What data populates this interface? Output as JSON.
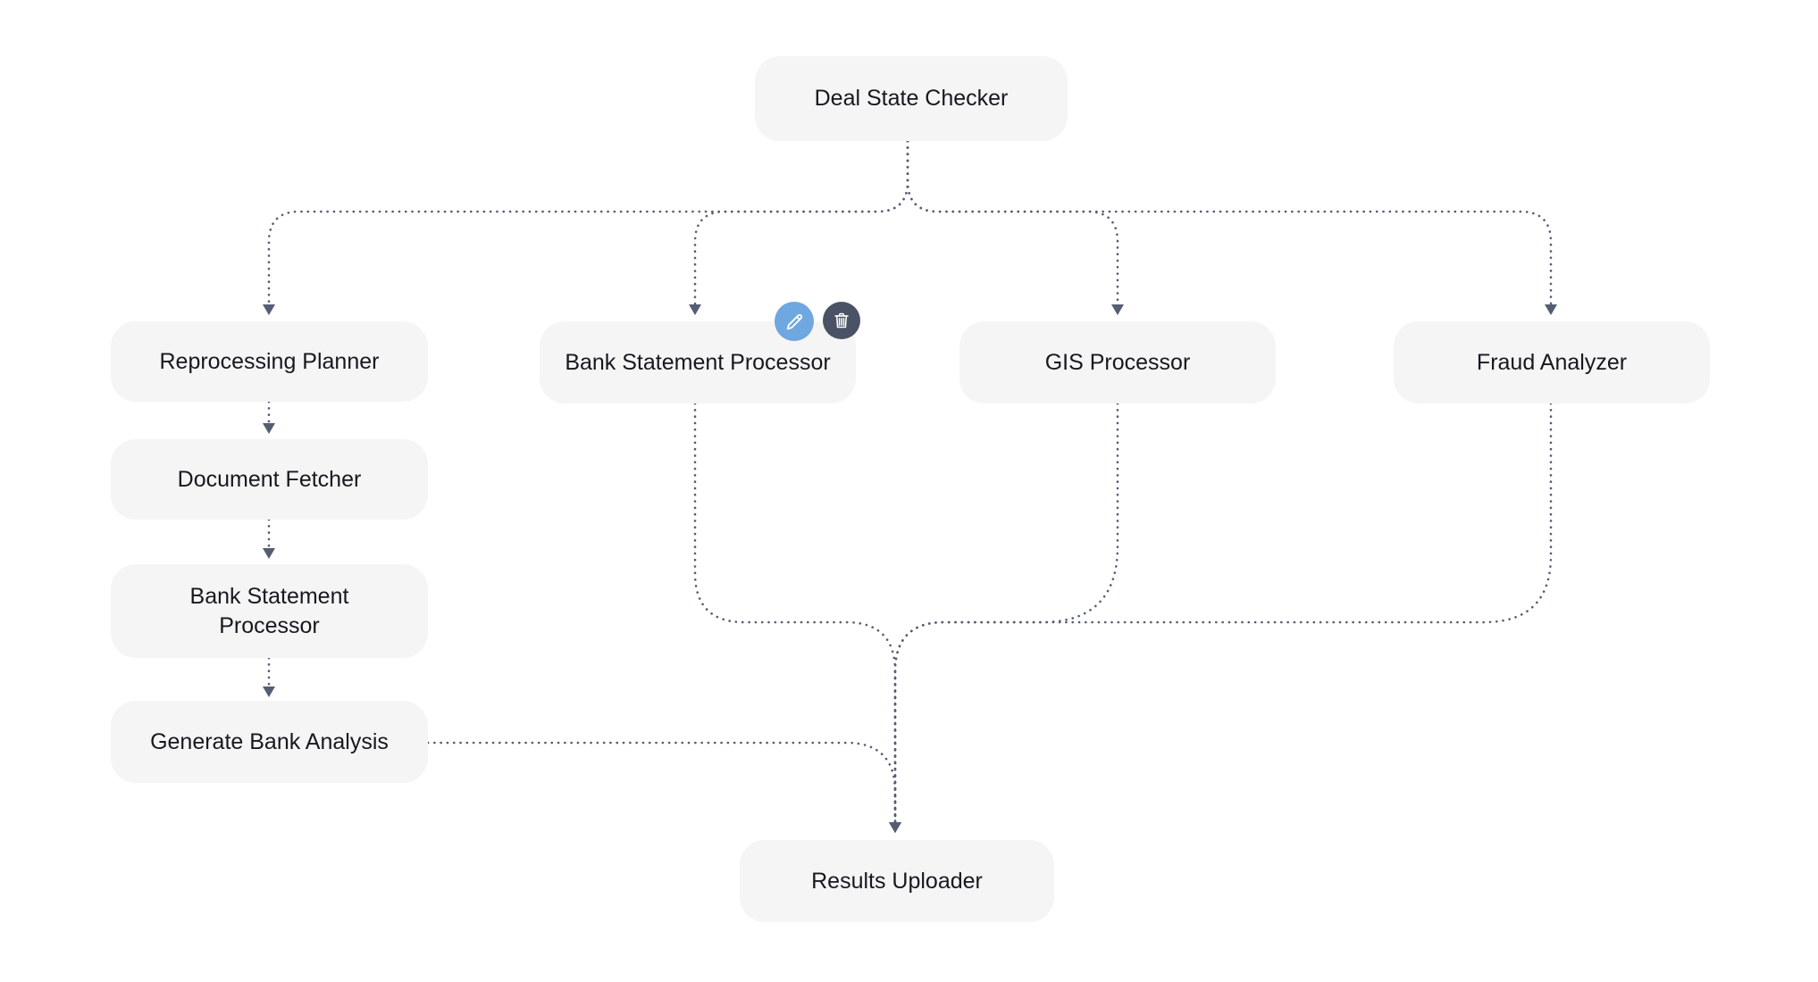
{
  "diagram": {
    "type": "workflow-flowchart",
    "colors": {
      "canvas_bg": "#ffffff",
      "node_bg": "#f5f5f6",
      "node_text": "#17191f",
      "edge": "#565d72",
      "arrowhead": "#565d72",
      "edit_button_bg": "#6fa8e0",
      "delete_button_bg": "#4a5365",
      "action_icon": "#ffffff"
    },
    "nodes": {
      "deal": {
        "label": "Deal State Checker"
      },
      "reprocessing": {
        "label": "Reprocessing Planner"
      },
      "document_fetcher": {
        "label": "Document Fetcher"
      },
      "bsp_left": {
        "label": "Bank Statement\nProcessor"
      },
      "generate_bank_analysis": {
        "label": "Generate Bank Analysis"
      },
      "bsp_mid": {
        "label": "Bank Statement Processor"
      },
      "gis": {
        "label": "GIS Processor"
      },
      "fraud": {
        "label": "Fraud Analyzer"
      },
      "results": {
        "label": "Results Uploader"
      }
    },
    "node_actions": {
      "target_node": "bsp_mid",
      "buttons": [
        {
          "name": "edit",
          "icon": "pencil-icon"
        },
        {
          "name": "delete",
          "icon": "trash-icon"
        }
      ]
    },
    "edges": [
      {
        "from": "deal",
        "to": "reprocessing",
        "style": "dotted",
        "arrow": true
      },
      {
        "from": "deal",
        "to": "bsp_mid",
        "style": "dotted",
        "arrow": true
      },
      {
        "from": "deal",
        "to": "gis",
        "style": "dotted",
        "arrow": true
      },
      {
        "from": "deal",
        "to": "fraud",
        "style": "dotted",
        "arrow": true
      },
      {
        "from": "reprocessing",
        "to": "document_fetcher",
        "style": "dotted",
        "arrow": true
      },
      {
        "from": "document_fetcher",
        "to": "bsp_left",
        "style": "dotted",
        "arrow": true
      },
      {
        "from": "bsp_left",
        "to": "generate_bank_analysis",
        "style": "dotted",
        "arrow": true
      },
      {
        "from": "bsp_mid",
        "to": "results",
        "style": "dotted",
        "arrow": true
      },
      {
        "from": "gis",
        "to": "results",
        "style": "dotted",
        "arrow": true
      },
      {
        "from": "fraud",
        "to": "results",
        "style": "dotted",
        "arrow": true
      },
      {
        "from": "generate_bank_analysis",
        "to": "results",
        "style": "dotted",
        "arrow": true
      }
    ]
  }
}
